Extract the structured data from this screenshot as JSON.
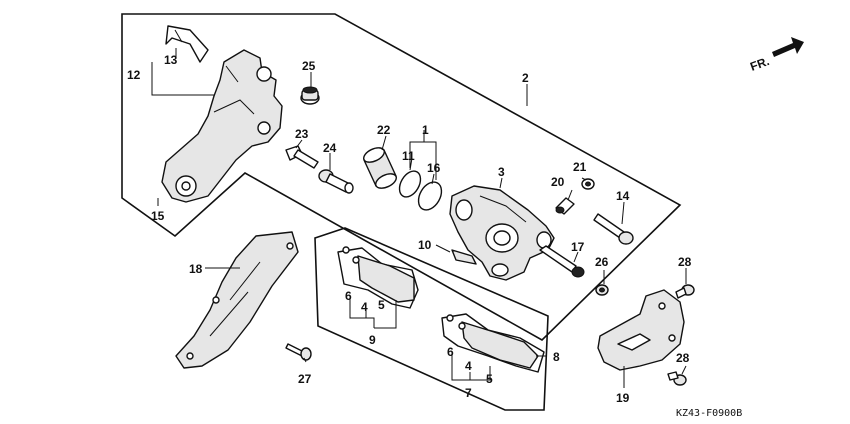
{
  "direction_label": "FR.",
  "diagram_code": "KZ43-F0900B",
  "callouts": [
    {
      "id": "1",
      "label": "1"
    },
    {
      "id": "2",
      "label": "2"
    },
    {
      "id": "3",
      "label": "3"
    },
    {
      "id": "4a",
      "label": "4"
    },
    {
      "id": "4b",
      "label": "4"
    },
    {
      "id": "5a",
      "label": "5"
    },
    {
      "id": "5b",
      "label": "5"
    },
    {
      "id": "6a",
      "label": "6"
    },
    {
      "id": "6b",
      "label": "6"
    },
    {
      "id": "7",
      "label": "7"
    },
    {
      "id": "8",
      "label": "8"
    },
    {
      "id": "9",
      "label": "9"
    },
    {
      "id": "10",
      "label": "10"
    },
    {
      "id": "11",
      "label": "11"
    },
    {
      "id": "12",
      "label": "12"
    },
    {
      "id": "13",
      "label": "13"
    },
    {
      "id": "14",
      "label": "14"
    },
    {
      "id": "15",
      "label": "15"
    },
    {
      "id": "16",
      "label": "16"
    },
    {
      "id": "17",
      "label": "17"
    },
    {
      "id": "18",
      "label": "18"
    },
    {
      "id": "19",
      "label": "19"
    },
    {
      "id": "20",
      "label": "20"
    },
    {
      "id": "21",
      "label": "21"
    },
    {
      "id": "22",
      "label": "22"
    },
    {
      "id": "23",
      "label": "23"
    },
    {
      "id": "24",
      "label": "24"
    },
    {
      "id": "25",
      "label": "25"
    },
    {
      "id": "26",
      "label": "26"
    },
    {
      "id": "27",
      "label": "27"
    },
    {
      "id": "28a",
      "label": "28"
    },
    {
      "id": "28b",
      "label": "28"
    }
  ]
}
